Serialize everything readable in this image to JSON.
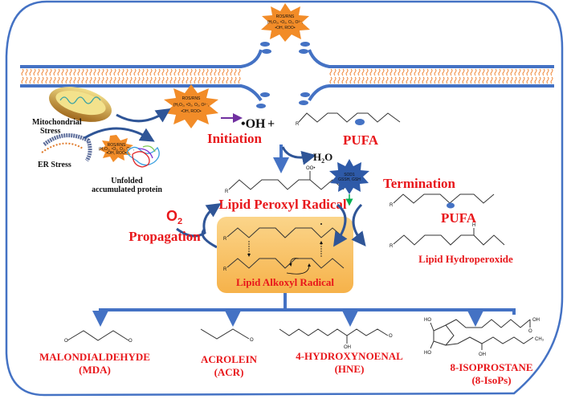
{
  "diagram": {
    "title": "Lipid peroxidation pathway",
    "ros_burst": {
      "line1": "ROS/RNS",
      "line2": "(H₂O₂, ¹O₂, O₂, O²⁻,",
      "line3": "•OH, ROO•"
    },
    "antioxidant_burst": {
      "line1": "SOD1",
      "line2": "GSSH, GSH"
    },
    "sources": {
      "mito_label_1": "Mitochondrial",
      "mito_label_2": "Stress",
      "er_label": "ER Stress",
      "protein_label_1": "Unfolded",
      "protein_label_2": "accumulated protein"
    },
    "initiation": {
      "oh_label": "•OH",
      "plus": "+",
      "pufa_label": "PUFA",
      "step_label": "Initiation",
      "water": "H",
      "water_sub": "2",
      "water_o": "O"
    },
    "peroxyl": {
      "label": "Lipid Peroxyl Radical",
      "oo": "OO•"
    },
    "propagation": {
      "label": "Propagation",
      "o2": "O",
      "o2_sub": "2",
      "alkoxyl_label": "Lipid Alkoxyl Radical"
    },
    "termination": {
      "label": "Termination",
      "pufa_label": "PUFA",
      "hydroperoxide_label": "Lipid Hydroperoxide",
      "h": "H"
    },
    "products": [
      {
        "name": "MALONDIALDEHYDE",
        "abbr": "(MDA)"
      },
      {
        "name": "ACROLEIN",
        "abbr": "(ACR)"
      },
      {
        "name": "4-HYDROXYNOENAL",
        "abbr": "(HNE)"
      },
      {
        "name": "8-ISOPROSTANE",
        "abbr": "(8-IsoPs)"
      }
    ],
    "atoms": {
      "r": "R",
      "o": "O",
      "oh": "OH",
      "ho": "HO",
      "ch3": "CH₃"
    },
    "colors": {
      "border": "#4472c4",
      "membrane_head": "#4472c4",
      "membrane_tail": "#f0883a",
      "label_red": "#e8171b",
      "burst": "#f28c28",
      "alkoxyl_box": "#f8c46c"
    }
  }
}
